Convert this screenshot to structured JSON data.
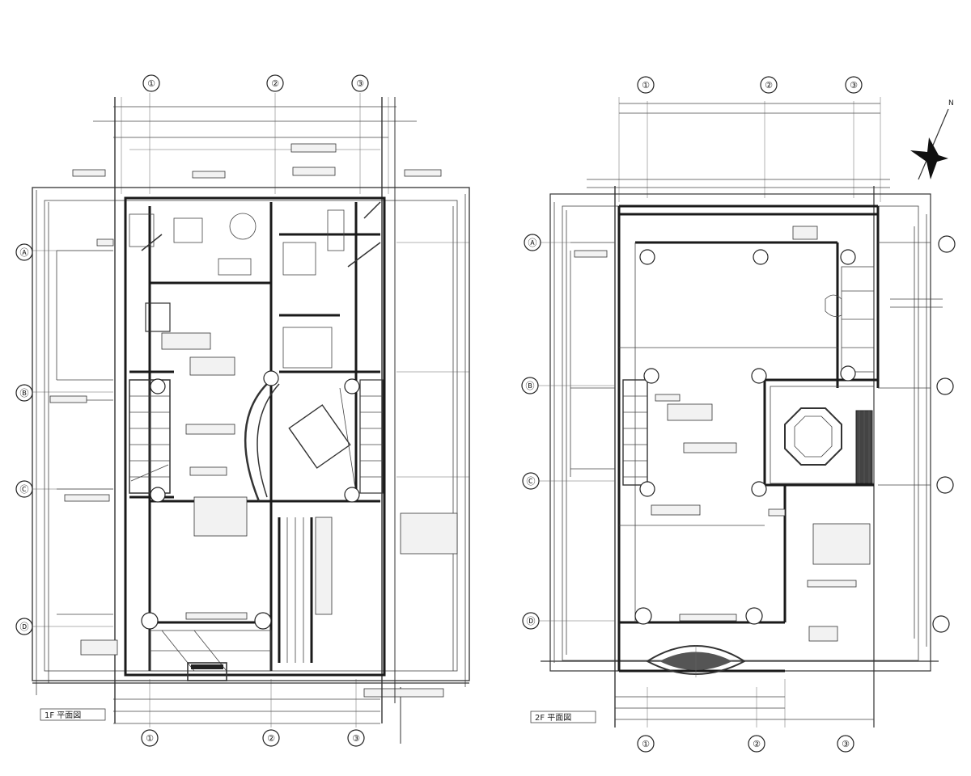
{
  "drawings": [
    {
      "id": "plan-left",
      "grid_top": [
        "①",
        "②",
        "③"
      ],
      "grid_bottom": [
        "①",
        "②",
        "③"
      ],
      "grid_side": [
        "Ⓐ",
        "Ⓑ",
        "Ⓒ",
        "Ⓓ"
      ],
      "scale_label": "1F 平面図"
    },
    {
      "id": "plan-right",
      "grid_top": [
        "①",
        "②",
        "③"
      ],
      "grid_bottom": [
        "①",
        "②",
        "③"
      ],
      "grid_side": [
        "Ⓐ",
        "Ⓑ",
        "Ⓒ",
        "Ⓓ"
      ],
      "scale_label": "2F 平面図"
    }
  ],
  "north_arrow": {
    "label": "N"
  },
  "colors": {
    "line": "#333333",
    "wall": "#1a1a1a",
    "paper": "#ffffff",
    "hatch": "#444444"
  }
}
